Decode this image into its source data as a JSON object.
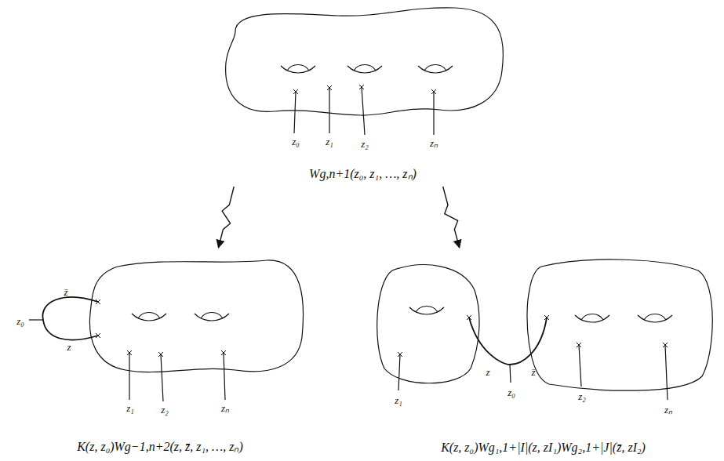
{
  "diagram": {
    "nodes": [
      {
        "text": [
          "Wg,n+1(z₀, z₁, …, zₙ)"
        ]
      },
      {
        "text": [
          "K(z, z₀)Wg−1,n+2(z, z̄, z₁, …, zₙ)"
        ]
      },
      {
        "text": [
          "K(z, z₀)Wg₁,1+|I|(z, zI₁)Wg₂,1+|J|(z̄, zI₂)"
        ]
      }
    ],
    "edges": [
      {
        "from": 0,
        "to": 1,
        "arrow": "to"
      },
      {
        "from": 0,
        "to": 2,
        "arrow": "to"
      }
    ],
    "labels": [
      "z₀",
      "z₁",
      "z₂",
      "zₙ",
      "z̄",
      "z",
      "z₀",
      "z₁",
      "z₂",
      "zₙ",
      "z₁",
      "z",
      "z₀",
      "z̄",
      "z₂",
      "zₙ"
    ]
  }
}
